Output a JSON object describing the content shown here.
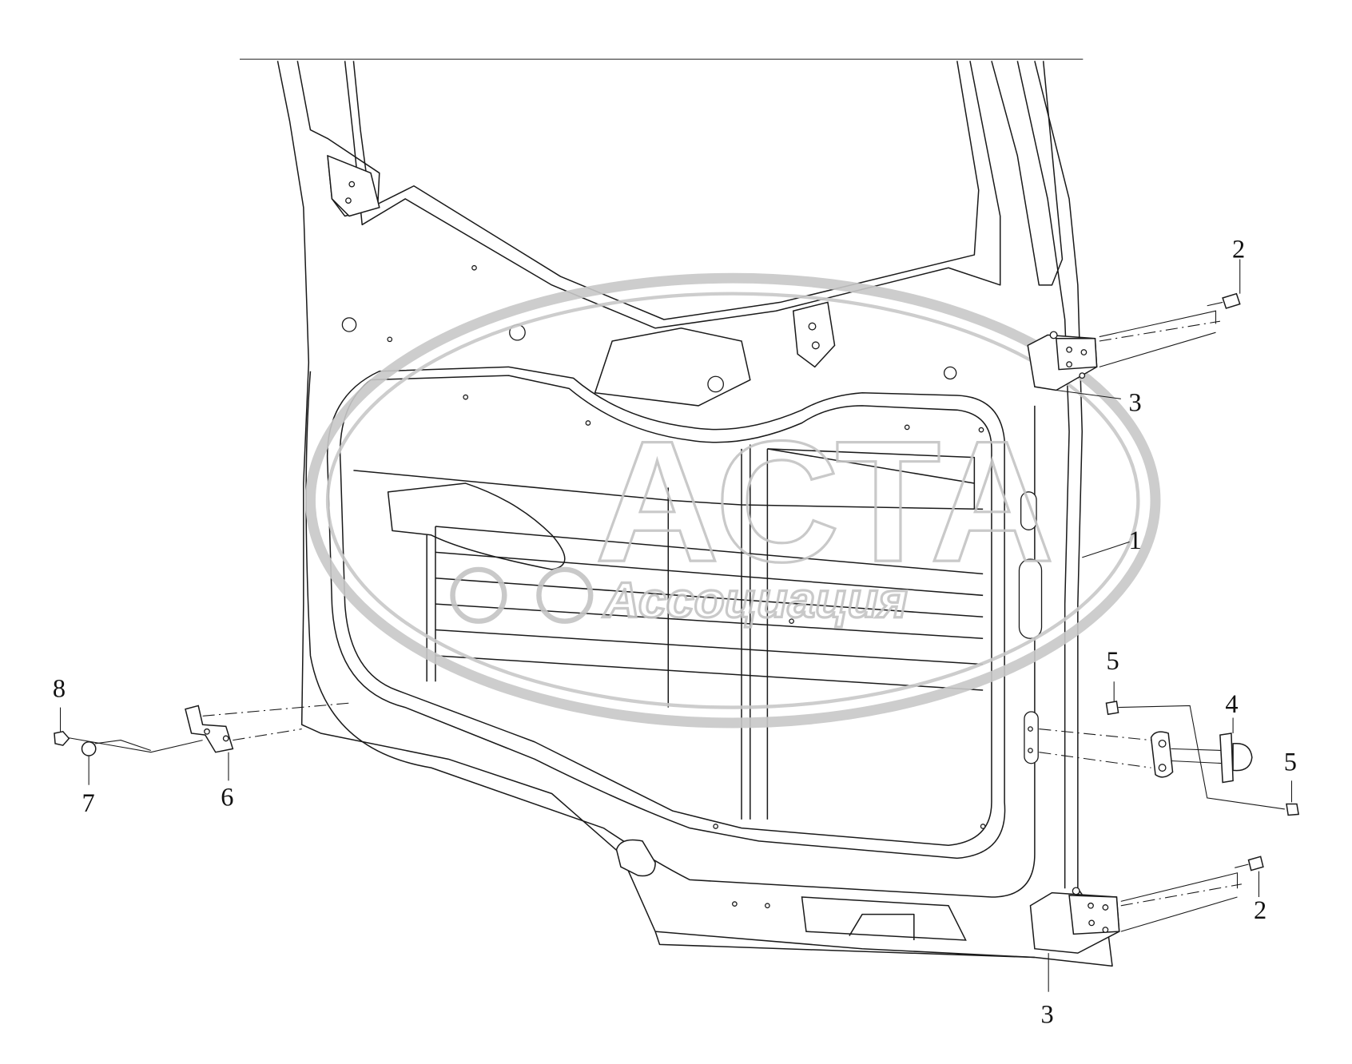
{
  "diagram": {
    "title": "Door frame assembly parts diagram",
    "callouts": [
      {
        "id": "c1",
        "label": "1"
      },
      {
        "id": "c2a",
        "label": "2"
      },
      {
        "id": "c2b",
        "label": "2"
      },
      {
        "id": "c3a",
        "label": "3"
      },
      {
        "id": "c3b",
        "label": "3"
      },
      {
        "id": "c4",
        "label": "4"
      },
      {
        "id": "c5a",
        "label": "5"
      },
      {
        "id": "c5b",
        "label": "5"
      },
      {
        "id": "c6",
        "label": "6"
      },
      {
        "id": "c7",
        "label": "7"
      },
      {
        "id": "c8",
        "label": "8"
      }
    ],
    "watermark": {
      "line1": "АСТА",
      "line2": "Ассоциация"
    }
  }
}
